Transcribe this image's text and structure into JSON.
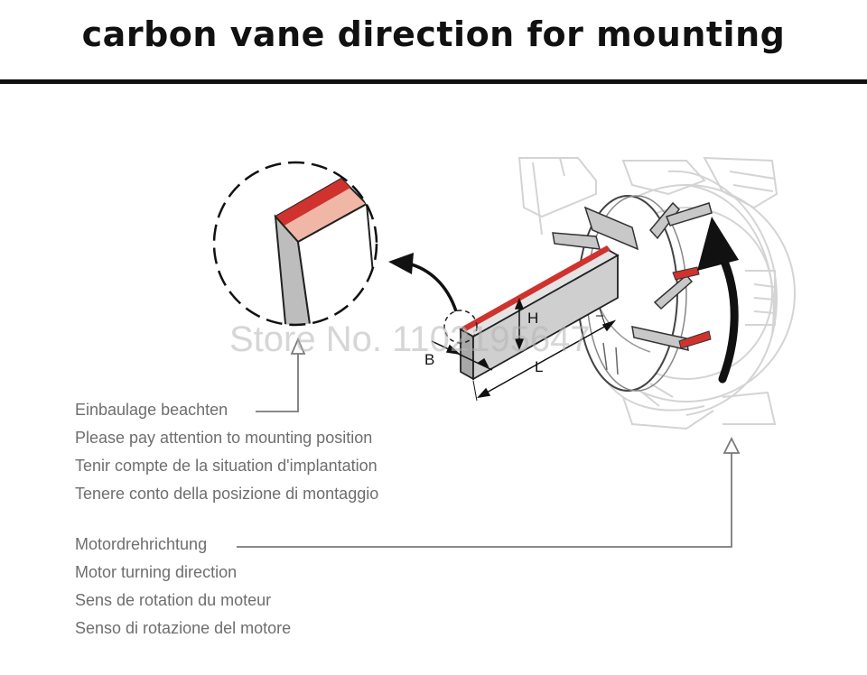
{
  "header": {
    "title": "carbon vane direction for mounting"
  },
  "dimensions": {
    "b": "B",
    "l": "L",
    "h": "H"
  },
  "mounting_labels": [
    "Einbaulage beachten",
    "Please pay attention to mounting position",
    "Tenir compte de la situation d'implantation",
    "Tenere conto della posizione di montaggio"
  ],
  "rotation_labels": [
    "Motordrehrichtung",
    "Motor turning direction",
    "Sens de rotation du moteur",
    "Senso di rotazione del motore"
  ],
  "watermark": "Store No. 1102195647",
  "colors": {
    "vane_edge": "#d0322e",
    "vane_edge_light": "#f0b4a4",
    "vane_body": "#c8c8c8",
    "vane_face": "#e2e2e2",
    "outline": "#222222",
    "ghost_lines": "#d4d4d4",
    "callout_line": "#7a7a7a",
    "arrow": "#111111"
  }
}
